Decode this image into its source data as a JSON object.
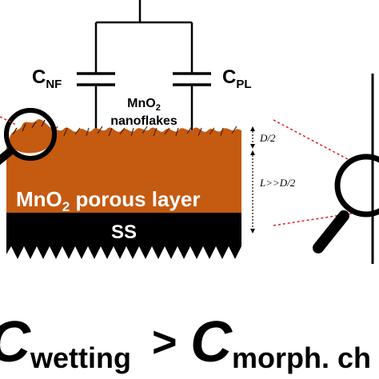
{
  "circuit": {
    "cap_nf": {
      "main": "C",
      "sub": "NF"
    },
    "cap_pl": {
      "main": "C",
      "sub": "PL"
    }
  },
  "layer": {
    "nanoflakes_line1": {
      "main": "MnO",
      "sub": "2"
    },
    "nanoflakes_line2": "nanoflakes",
    "porous_label": {
      "main": "MnO",
      "sub": "2",
      "rest": " porous layer"
    },
    "substrate_label": "SS"
  },
  "dimensions": {
    "top_thickness": "D/2",
    "bottom_thickness": "L>>D/2"
  },
  "equation": {
    "left": {
      "main": "C",
      "sub": "wetting"
    },
    "operator": ">",
    "right": {
      "main": "C",
      "sub": "morph. ch"
    }
  },
  "colors": {
    "porous_layer": "#c55a11",
    "substrate": "#000000",
    "wire": "#000000",
    "guide_line": "#e02020"
  },
  "icons": [
    "magnifier-icon-left",
    "magnifier-icon-right"
  ]
}
